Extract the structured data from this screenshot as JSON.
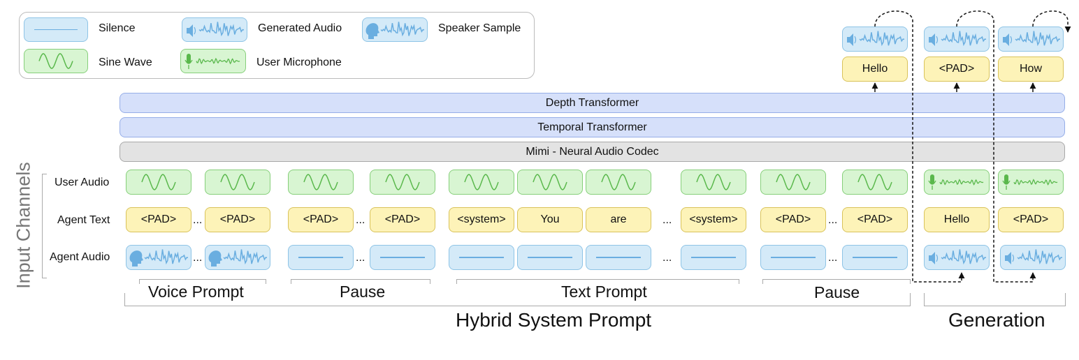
{
  "legend": {
    "silence": "Silence",
    "generated_audio": "Generated Audio",
    "speaker_sample": "Speaker Sample",
    "sine_wave": "Sine Wave",
    "user_microphone": "User Microphone"
  },
  "layers": {
    "depth": "Depth Transformer",
    "temporal": "Temporal Transformer",
    "mimi": "Mimi - Neural Audio Codec"
  },
  "channels": {
    "title": "Input Channels",
    "user_audio": "User Audio",
    "agent_text": "Agent Text",
    "agent_audio": "Agent Audio"
  },
  "tokens": {
    "pad": "<PAD>",
    "system": "<system>",
    "you": "You",
    "are": "are",
    "hello": "Hello",
    "how": "How",
    "ellipsis": "..."
  },
  "sections": {
    "voice_prompt": "Voice Prompt",
    "pause": "Pause",
    "text_prompt": "Text Prompt",
    "hybrid": "Hybrid System Prompt",
    "generation": "Generation"
  },
  "colors": {
    "audio_blue": "#6aaee0",
    "sine_green": "#5ab84c",
    "text_yellow": "#fdf3b8",
    "transformer_blue": "#d6e0fa",
    "codec_gray": "#e3e3e3"
  }
}
